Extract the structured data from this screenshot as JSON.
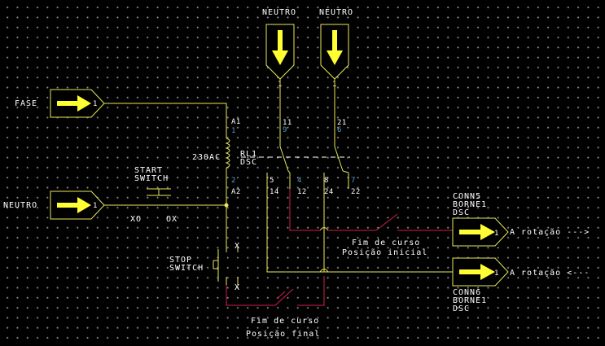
{
  "connectors": {
    "neutro_top1": "NEUTRO",
    "neutro_top2": "NEUTRO",
    "fase": "FASE",
    "neutro_left": "NEUTRO",
    "pin": "1"
  },
  "relay": {
    "name": "RL1",
    "type": "DSC",
    "voltage": "230AC",
    "a1": "A1",
    "a2": "A2",
    "pin_1": "1",
    "pin_2": "2",
    "c11": "11",
    "c9": "9",
    "c21": "21",
    "c6": "6",
    "c5": "5",
    "c4": "4",
    "c8": "8",
    "c7": "7",
    "c14": "14",
    "c12": "12",
    "c24": "24",
    "c22": "22"
  },
  "start_switch": {
    "line1": "START",
    "line2": "SWITCH"
  },
  "stop_switch": {
    "line1": "STOP",
    "line2": "SWITCH"
  },
  "limit_initial": {
    "line1": "Fim de curso",
    "line2": "Posição inicial"
  },
  "limit_final": {
    "line1": "Fim de curso",
    "line2": "Posição final"
  },
  "conn5": {
    "name": "CONN5",
    "borne": "BORNE1",
    "type": "DSC",
    "label": "A rotação --->"
  },
  "conn6": {
    "name": "CONN6",
    "borne": "BORNE1",
    "type": "DSC",
    "label": "A rotação <---"
  },
  "colors": {
    "wire": "#e8e85a",
    "wire_red": "#d0204a",
    "arrow": "#ffff33",
    "pin_label": "#4fa3c7"
  }
}
